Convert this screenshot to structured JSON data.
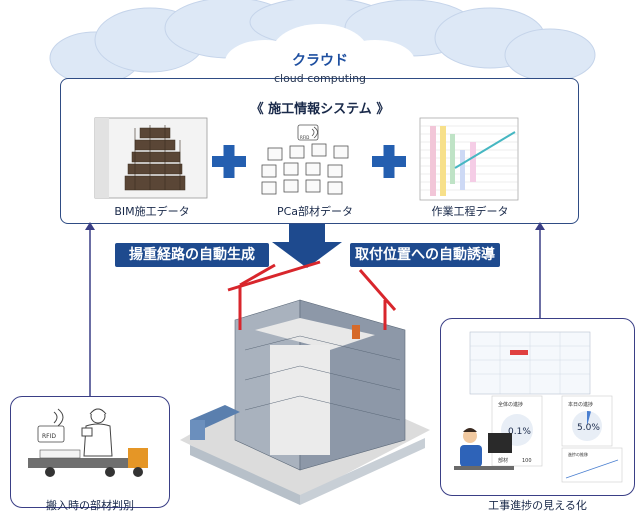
{
  "cloud": {
    "title": "クラウド",
    "subtitle": "cloud computing"
  },
  "system": {
    "title": "《 施工情報システム 》"
  },
  "sources": {
    "bim_label": "BIM施工データ",
    "pca_label": "PCa部材データ",
    "schedule_label": "作業工程データ",
    "rfid_tag": "RFID"
  },
  "banners": {
    "left": "揚重経路の自動生成",
    "right": "取付位置への自動誘導"
  },
  "left_panel": {
    "caption": "搬入時の部材判別",
    "rfid_tag": "RFID"
  },
  "right_panel": {
    "caption": "工事進捗の見える化",
    "gauge1_title": "全体の進捗",
    "gauge1_value": "0.1%",
    "gauge2_title": "本日の進捗",
    "gauge2_value": "5.0%",
    "chart_title": "進捗の推移",
    "row_label": "部材",
    "row_value": "100"
  },
  "colors": {
    "navy": "#1e4a8e",
    "plus": "#245fb0",
    "crane": "#d8262c",
    "frame": "#2f4c84"
  }
}
